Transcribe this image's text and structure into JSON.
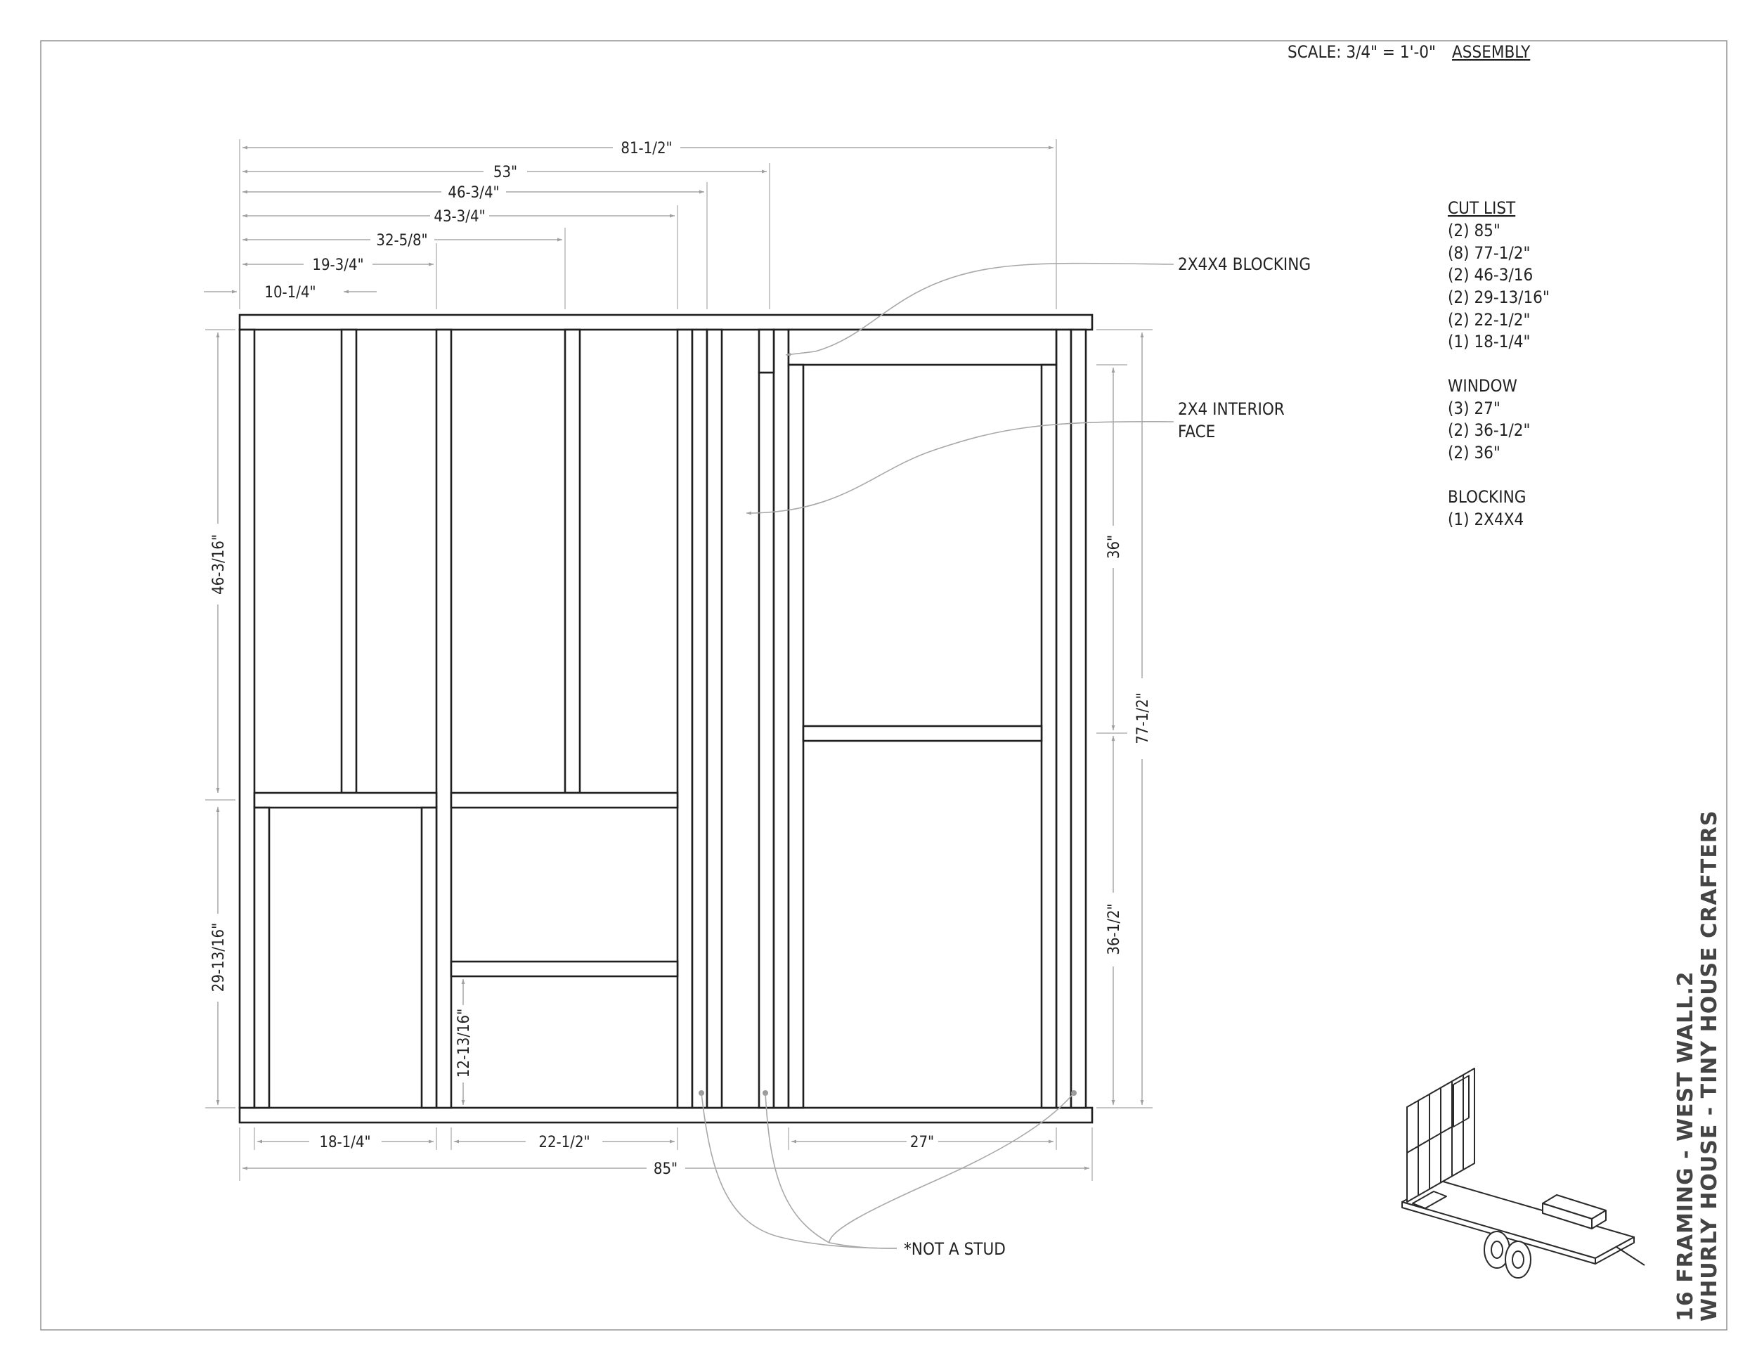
{
  "header": {
    "scale": "SCALE: 3/4\" = 1'-0\"",
    "view": "ASSEMBLY"
  },
  "top_dimensions": [
    "81-1/2\"",
    "53\"",
    "46-3/4\"",
    "43-3/4\"",
    "32-5/8\"",
    "19-3/4\"",
    "10-1/4\""
  ],
  "left_dimensions": [
    "46-3/16\"",
    "29-13/16\""
  ],
  "right_dimensions": [
    "36\"",
    "77-1/2\"",
    "36-1/2\""
  ],
  "inner_dimensions": [
    "12-13/16\""
  ],
  "bottom_dimensions": [
    "18-1/4\"",
    "22-1/2\"",
    "27\"",
    "85\""
  ],
  "callouts": {
    "blocking": "2X4X4 BLOCKING",
    "interior_face_line1": "2X4 INTERIOR",
    "interior_face_line2": "FACE",
    "not_a_stud": "*NOT A STUD"
  },
  "cut_list": {
    "heading": "CUT LIST",
    "items": [
      "(2) 85\"",
      "(8) 77-1/2\"",
      "(2) 46-3/16",
      "(2) 29-13/16\"",
      "(2) 22-1/2\"",
      "(1) 18-1/4\""
    ],
    "window_heading": "WINDOW",
    "window_items": [
      "(3) 27\"",
      "(2) 36-1/2\"",
      "(2) 36\""
    ],
    "blocking_heading": "BLOCKING",
    "blocking_items": [
      "(1) 2X4X4"
    ]
  },
  "title_block": {
    "line1": "16 FRAMING  - WEST WALL.2",
    "line2": "WHURLY HOUSE - TINY HOUSE CRAFTERS"
  }
}
